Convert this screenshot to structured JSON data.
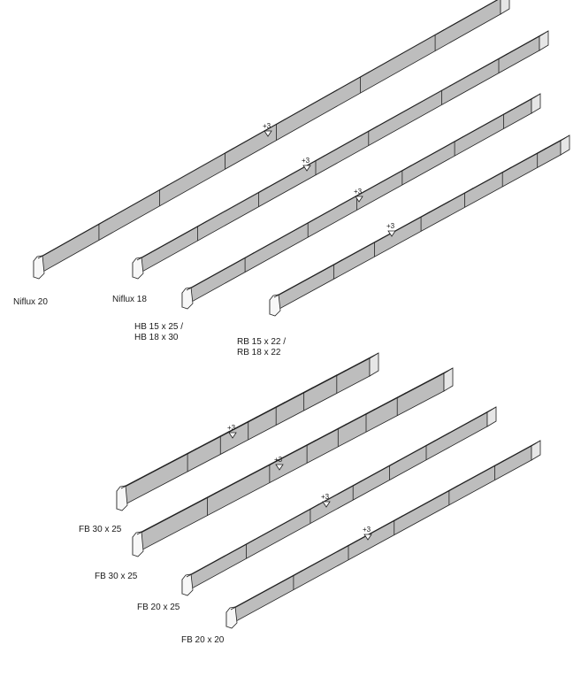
{
  "figure": {
    "elevation_mark": "+3",
    "channels": [
      {
        "id": "niflux-20",
        "label_lines": [
          "Niflux 20"
        ]
      },
      {
        "id": "niflux-18",
        "label_lines": [
          "Niflux 18"
        ]
      },
      {
        "id": "hb",
        "label_lines": [
          "HB 15 x 25 /",
          "HB 18 x 30"
        ]
      },
      {
        "id": "rb",
        "label_lines": [
          "RB 15 x 22 /",
          "RB 18 x 22"
        ]
      },
      {
        "id": "fb-30-a",
        "label_lines": [
          "FB 30 x 25"
        ]
      },
      {
        "id": "fb-30-b",
        "label_lines": [
          "FB 30 x 25"
        ]
      },
      {
        "id": "fb-20-a",
        "label_lines": [
          "FB 20 x 25"
        ]
      },
      {
        "id": "fb-20-b",
        "label_lines": [
          "FB 20 x 20"
        ]
      }
    ]
  }
}
